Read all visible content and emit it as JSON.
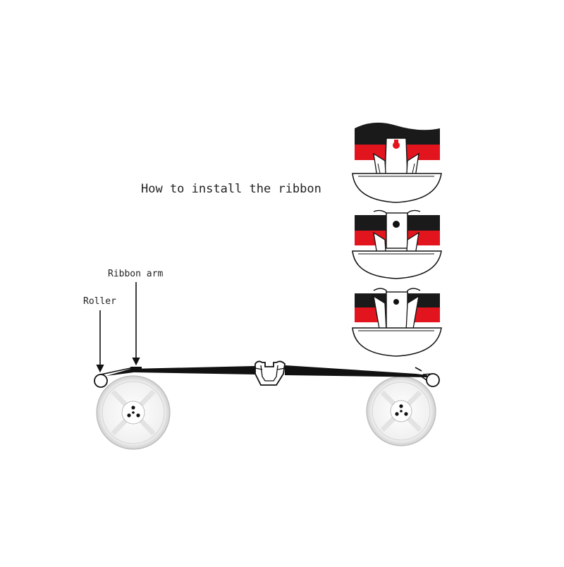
{
  "title": "How to install the ribbon",
  "labels": {
    "ribbon_arm": "Ribbon arm",
    "roller": "Roller"
  },
  "colors": {
    "ribbon_black": "#1a1a1a",
    "ribbon_red": "#e2141e",
    "line": "#111111",
    "spool_fill": "#f2f2f2"
  },
  "steps": [
    {
      "name": "step-1-ribbon-lowered-into-guide"
    },
    {
      "name": "step-2-ribbon-seated-in-guide"
    },
    {
      "name": "step-3-ribbon-behind-guide-fingers"
    }
  ]
}
